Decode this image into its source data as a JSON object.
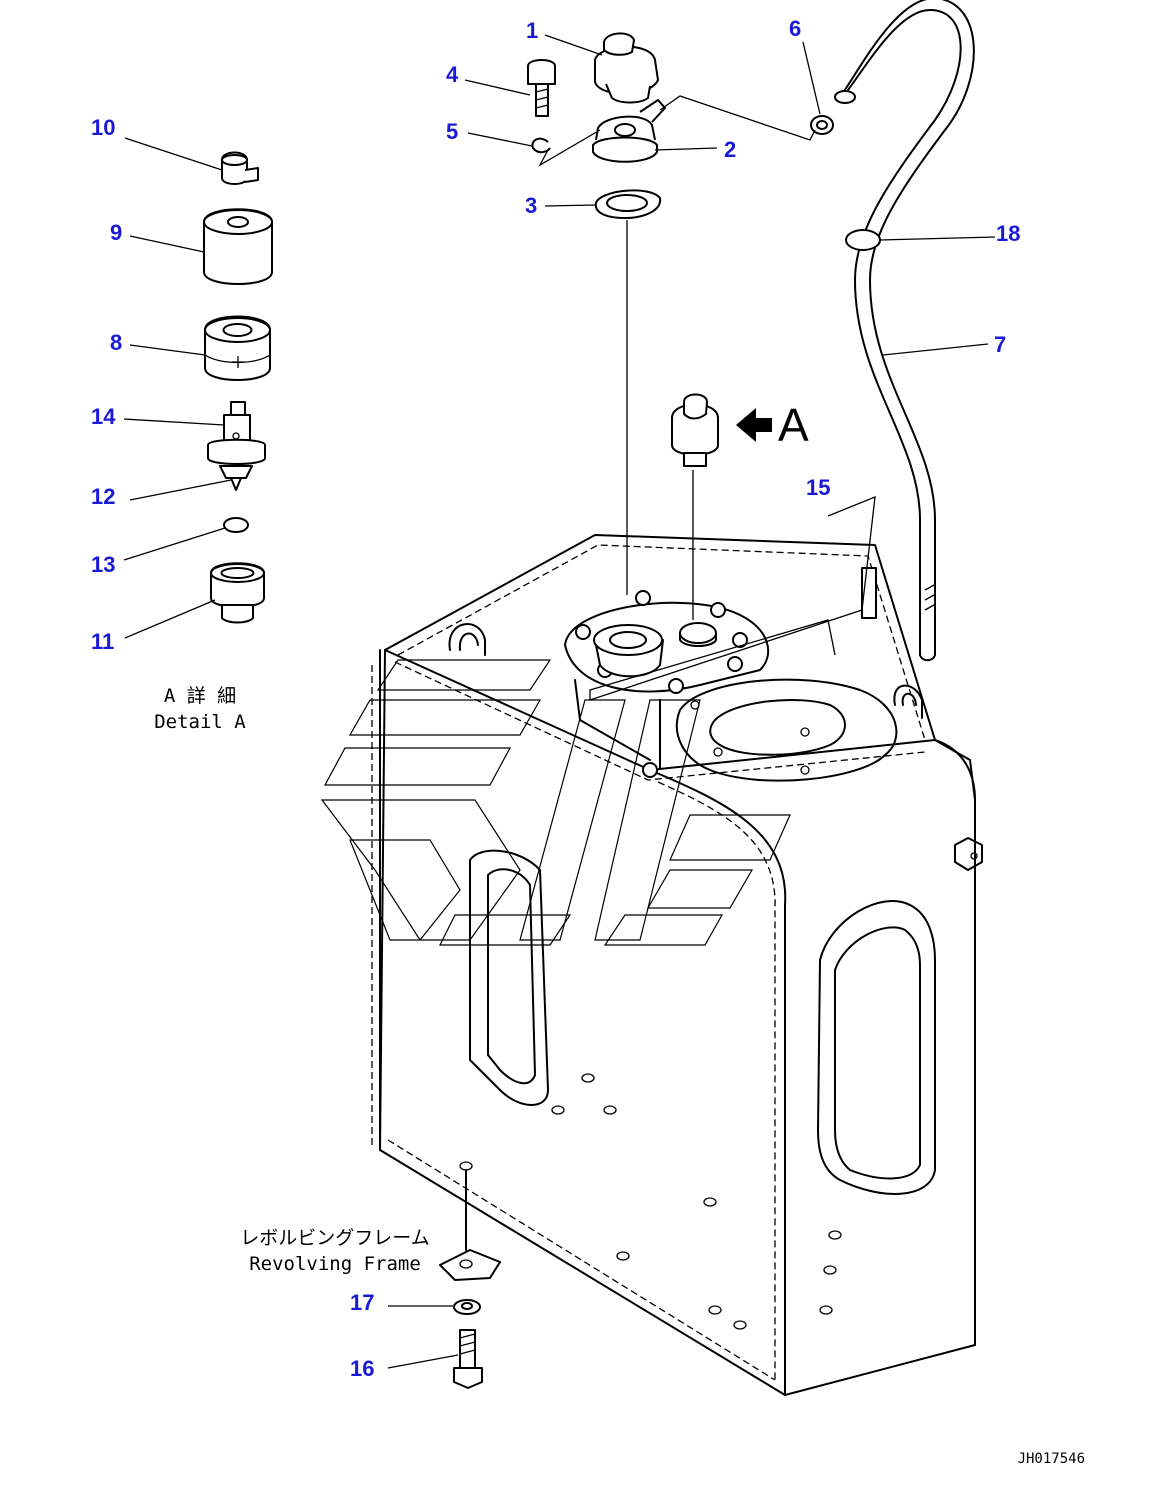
{
  "callouts": [
    {
      "id": "1",
      "text": "1"
    },
    {
      "id": "2",
      "text": "2"
    },
    {
      "id": "3",
      "text": "3"
    },
    {
      "id": "4",
      "text": "4"
    },
    {
      "id": "5",
      "text": "5"
    },
    {
      "id": "6",
      "text": "6"
    },
    {
      "id": "7",
      "text": "7"
    },
    {
      "id": "8",
      "text": "8"
    },
    {
      "id": "9",
      "text": "9"
    },
    {
      "id": "10",
      "text": "10"
    },
    {
      "id": "11",
      "text": "11"
    },
    {
      "id": "12",
      "text": "12"
    },
    {
      "id": "13",
      "text": "13"
    },
    {
      "id": "14",
      "text": "14"
    },
    {
      "id": "15",
      "text": "15"
    },
    {
      "id": "16",
      "text": "16"
    },
    {
      "id": "17",
      "text": "17"
    },
    {
      "id": "18",
      "text": "18"
    }
  ],
  "detail": {
    "jp": "A 詳 細",
    "en": "Detail A"
  },
  "view_arrow_label": "A",
  "frame_label": {
    "jp": "レボルビングフレーム",
    "en": "Revolving Frame"
  },
  "drawing_code": "JH017546",
  "colors": {
    "callout": "#1a1ad6",
    "line": "#000000",
    "background": "#ffffff"
  }
}
